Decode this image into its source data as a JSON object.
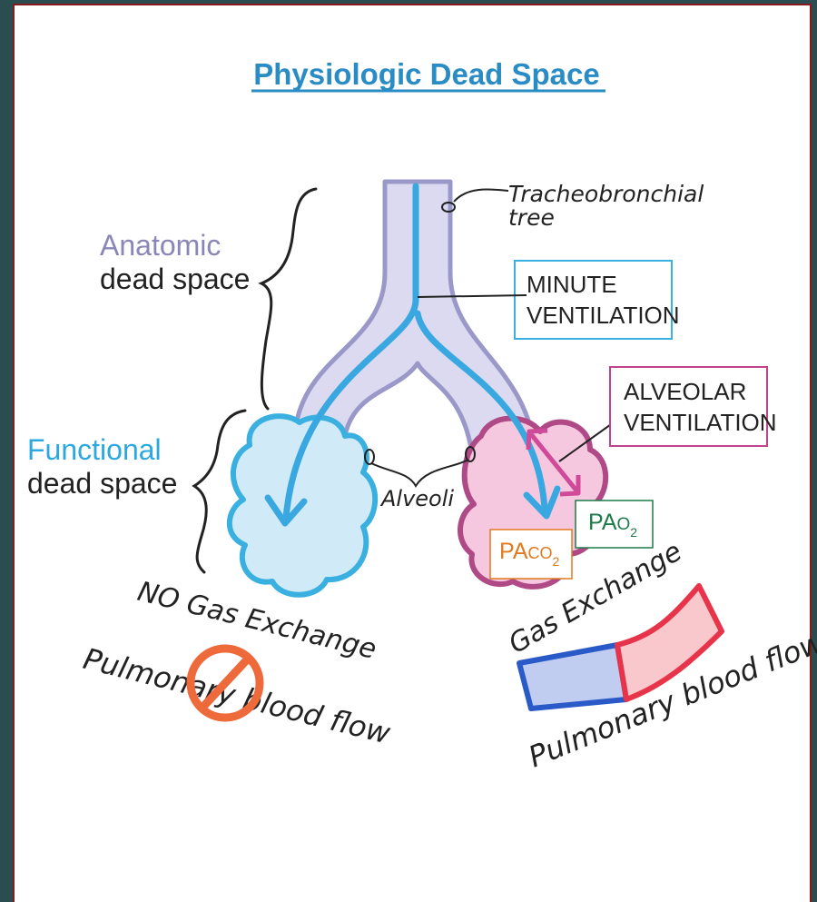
{
  "title": "Physiologic Dead Space",
  "labels": {
    "tracheobronchial_line1": "Tracheobronchial",
    "tracheobronchial_line2": "tree",
    "anatomic": "Anatomic",
    "anatomic_dead_space": "dead space",
    "functional": "Functional",
    "functional_dead_space": "dead space",
    "minute_ventilation_line1": "MINUTE",
    "minute_ventilation_line2": "VENTILATION",
    "alveolar_ventilation_line1": "ALVEOLAR",
    "alveolar_ventilation_line2": "VENTILATION",
    "alveoli": "Alveoli",
    "pao2_main": "PA",
    "pao2_o": "O",
    "pao2_sub": "2",
    "paco2_main": "PA",
    "paco2_co": "CO",
    "paco2_sub": "2",
    "no_gas_exchange": "NO Gas Exchange",
    "pulmonary_blood_flow_left": "Pulmonary blood flow",
    "gas_exchange": "Gas Exchange",
    "pulmonary_blood_flow_right": "Pulmonary blood flow"
  },
  "colors": {
    "title": "#2a8cc4",
    "anatomic": "#8a86b8",
    "functional": "#2ca8e0",
    "airway_fill": "#dcdaf0",
    "airway_stroke": "#9a98c8",
    "airflow": "#3aa8e0",
    "alveoli_left_fill": "#d0eaf8",
    "alveoli_left_stroke": "#3ab0e0",
    "alveoli_right_fill": "#f6c8e0",
    "alveoli_right_stroke": "#b04a86",
    "minute_box": "#3ab0e0",
    "alveolar_box": "#c0448c",
    "alveolar_arrow": "#d04a9a",
    "pao2": "#1e7a4a",
    "paco2": "#e07a1e",
    "no_symbol": "#ee6a3a",
    "vessel_red": "#e8344a",
    "vessel_red_fill": "#f8c8cc",
    "vessel_blue": "#2a5ac8",
    "vessel_blue_fill": "#c0ccf0"
  }
}
